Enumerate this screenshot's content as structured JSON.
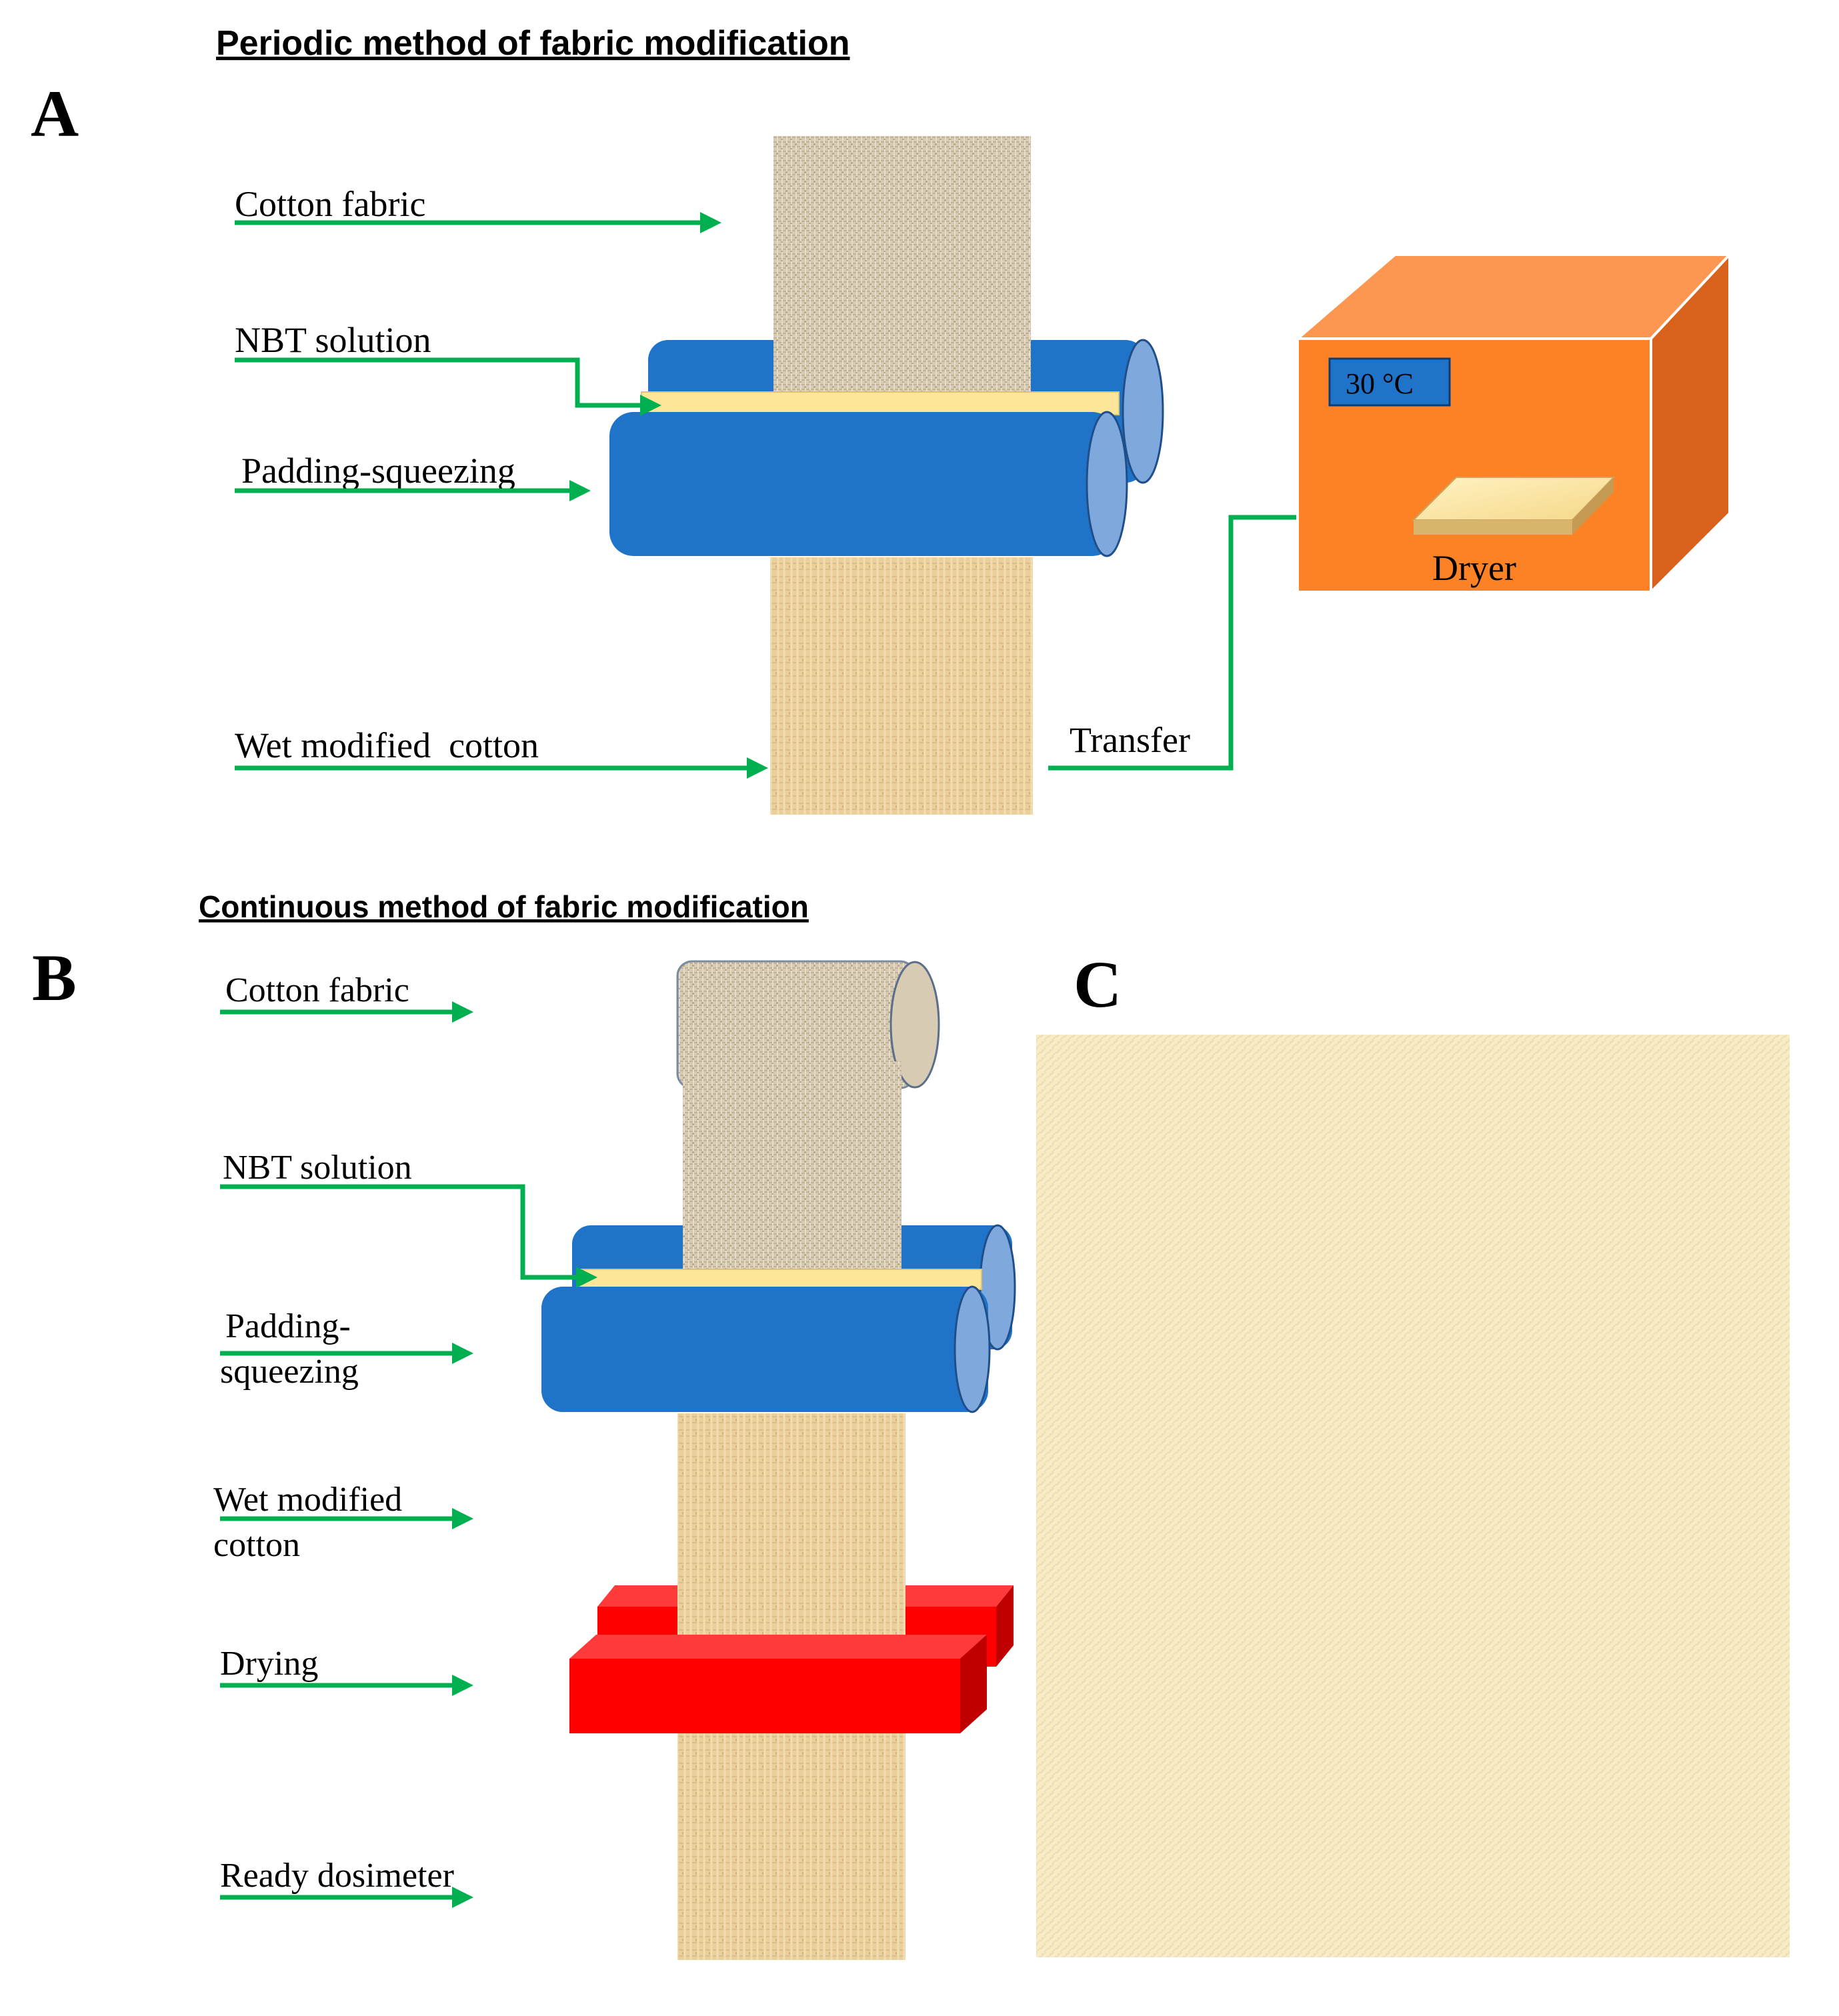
{
  "panel_a": {
    "letter": "A",
    "title": "Periodic method of fabric modification",
    "labels": {
      "cotton_fabric": "Cotton fabric",
      "nbt_solution": "NBT solution",
      "padding_squeezing": "Padding-squeezing",
      "wet_modified_cotton": "Wet modified  cotton",
      "transfer": "Transfer"
    },
    "dryer": {
      "label": "Dryer",
      "temperature": "30 °C"
    }
  },
  "panel_b": {
    "letter": "B",
    "title": "Continuous method of fabric modification",
    "labels": {
      "cotton_fabric": "Cotton fabric",
      "nbt_solution": "NBT solution",
      "padding_line1": "Padding-",
      "padding_line2": "squeezing",
      "wet_line1": "Wet modified",
      "wet_line2": "cotton",
      "drying": "Drying",
      "ready_dosimeter": "Ready dosimeter"
    }
  },
  "panel_c": {
    "letter": "C"
  },
  "colors": {
    "arrow": "#00b050",
    "roller": "#1f73c8",
    "roller_end": "#7fa8dc",
    "solution": "#fde59a",
    "dryer_front": "#fd8225",
    "dryer_top": "#fd9650",
    "dryer_side": "#d8621b",
    "drying_block": "#ff0000",
    "raw_fabric": "#d8cbb3",
    "modified_fabric": "#ebcf9b",
    "photo_fabric": "#f8ecc8"
  }
}
